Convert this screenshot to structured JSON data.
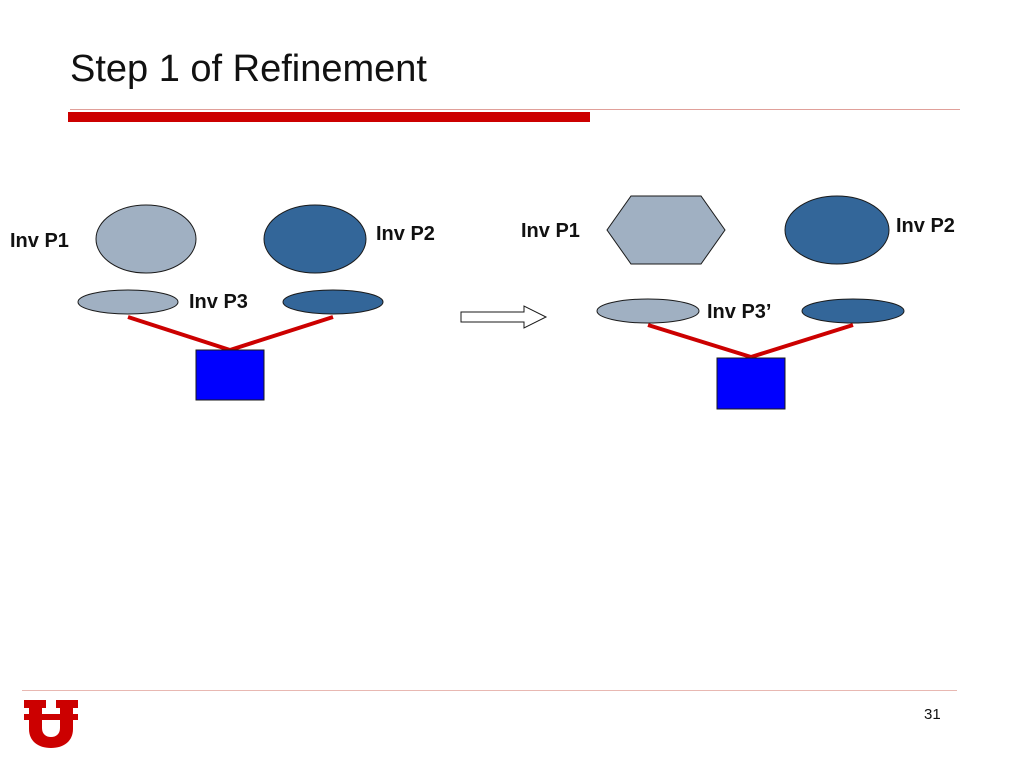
{
  "slide": {
    "title": "Step 1 of Refinement",
    "page_number": "31"
  },
  "left": {
    "p1_label": "Inv P1",
    "p2_label": "Inv P2",
    "p3_label": "Inv P3"
  },
  "right": {
    "p1_label": "Inv P1",
    "p2_label": "Inv P2",
    "p3_label": "Inv P3’"
  },
  "colors": {
    "light_shape": "#a0b0c2",
    "dark_shape": "#336699",
    "box": "#0000ff",
    "connector": "#cc0000",
    "accent": "#cc0000"
  }
}
